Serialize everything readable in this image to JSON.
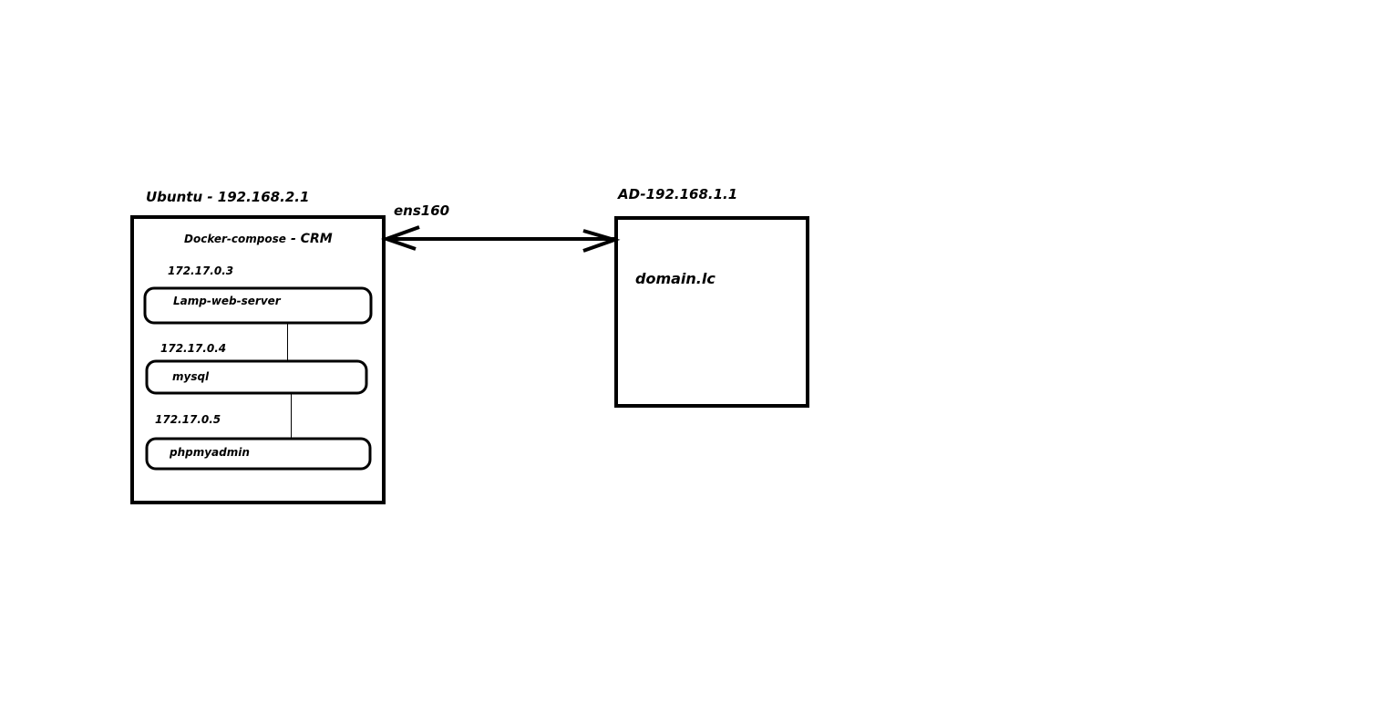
{
  "ubuntu": {
    "label": "Ubuntu - 192.168.2.1",
    "compose_title_prefix": "Docker-compose",
    "compose_title_suffix": "- CRM",
    "containers": [
      {
        "ip": "172.17.0.3",
        "name": "Lamp-web-server"
      },
      {
        "ip": "172.17.0.4",
        "name": "mysql"
      },
      {
        "ip": "172.17.0.5",
        "name": "phpmyadmin"
      }
    ]
  },
  "link": {
    "interface_label": "ens160"
  },
  "ad": {
    "label": "AD-192.168.1.1",
    "domain": "domain.lc"
  },
  "colors": {
    "stroke": "#000000",
    "background": "#ffffff"
  }
}
